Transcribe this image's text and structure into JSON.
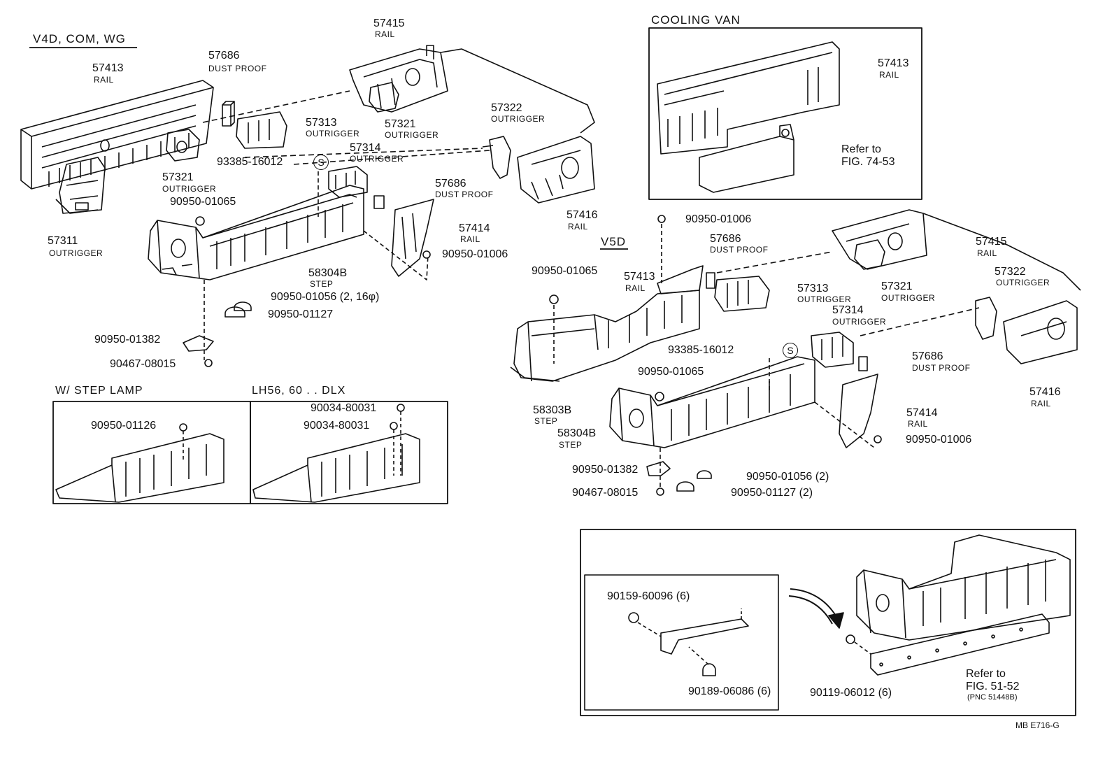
{
  "sections": {
    "v4d": "V4D, COM, WG",
    "cooling_van": "COOLING VAN",
    "v5d": "V5D",
    "step_lamp": "W/ STEP  LAMP",
    "lh56": "LH56, 60 . . DLX"
  },
  "callouts": [
    {
      "part": "57415",
      "name": "RAIL"
    },
    {
      "part": "57686",
      "name": "DUST PROOF"
    },
    {
      "part": "57413",
      "name": "RAIL"
    },
    {
      "part": "57313",
      "name": "OUTRIGGER"
    },
    {
      "part": "57321",
      "name": "OUTRIGGER"
    },
    {
      "part": "57322",
      "name": "OUTRIGGER"
    },
    {
      "part": "93385-16012",
      "name": "S"
    },
    {
      "part": "57314",
      "name": "OUTRIGGER"
    },
    {
      "part": "57321",
      "name": "OUTRIGGER"
    },
    {
      "part": "57686",
      "name": "DUST PROOF"
    },
    {
      "part": "90950-01065",
      "name": ""
    },
    {
      "part": "57414",
      "name": "RAIL"
    },
    {
      "part": "57416",
      "name": "RAIL"
    },
    {
      "part": "57311",
      "name": "OUTRIGGER"
    },
    {
      "part": "90950-01006",
      "name": ""
    },
    {
      "part": "58304B",
      "name": "STEP"
    },
    {
      "part": "90950-01056 (2, 16φ)",
      "name": ""
    },
    {
      "part": "90950-01127",
      "name": ""
    },
    {
      "part": "90950-01382",
      "name": ""
    },
    {
      "part": "90467-08015",
      "name": ""
    },
    {
      "part": "57413",
      "name": "RAIL"
    },
    {
      "part": "90950-01006",
      "name": ""
    },
    {
      "part": "57686",
      "name": "DUST PROOF"
    },
    {
      "part": "57415",
      "name": "RAIL"
    },
    {
      "part": "90950-01065",
      "name": ""
    },
    {
      "part": "57413",
      "name": "RAIL"
    },
    {
      "part": "57313",
      "name": "OUTRIGGER"
    },
    {
      "part": "57321",
      "name": "OUTRIGGER"
    },
    {
      "part": "57322",
      "name": "OUTRIGGER"
    },
    {
      "part": "57314",
      "name": "OUTRIGGER"
    },
    {
      "part": "93385-16012",
      "name": "S"
    },
    {
      "part": "57686",
      "name": "DUST PROOF"
    },
    {
      "part": "90950-01065",
      "name": ""
    },
    {
      "part": "57416",
      "name": "RAIL"
    },
    {
      "part": "58303B",
      "name": "STEP"
    },
    {
      "part": "57414",
      "name": "RAIL"
    },
    {
      "part": "58304B",
      "name": "STEP"
    },
    {
      "part": "90950-01006",
      "name": ""
    },
    {
      "part": "90950-01382",
      "name": ""
    },
    {
      "part": "90950-01056 (2)",
      "name": ""
    },
    {
      "part": "90467-08015",
      "name": ""
    },
    {
      "part": "90950-01127 (2)",
      "name": ""
    },
    {
      "part": "90950-01126",
      "name": ""
    },
    {
      "part": "90034-80031",
      "name": ""
    },
    {
      "part": "90034-80031",
      "name": ""
    },
    {
      "part": "90159-60096 (6)",
      "name": ""
    },
    {
      "part": "90189-06086 (6)",
      "name": ""
    },
    {
      "part": "90119-06012 (6)",
      "name": ""
    }
  ],
  "refs": {
    "fig74_1": "Refer to",
    "fig74_2": "FIG. 74-53",
    "fig51_1": "Refer to",
    "fig51_2": "FIG. 51-52",
    "fig51_3": "(PNC 51448B)"
  },
  "footer": {
    "code": "MB  E716-G"
  },
  "colors": {
    "ink": "#111111",
    "paper": "#ffffff"
  }
}
